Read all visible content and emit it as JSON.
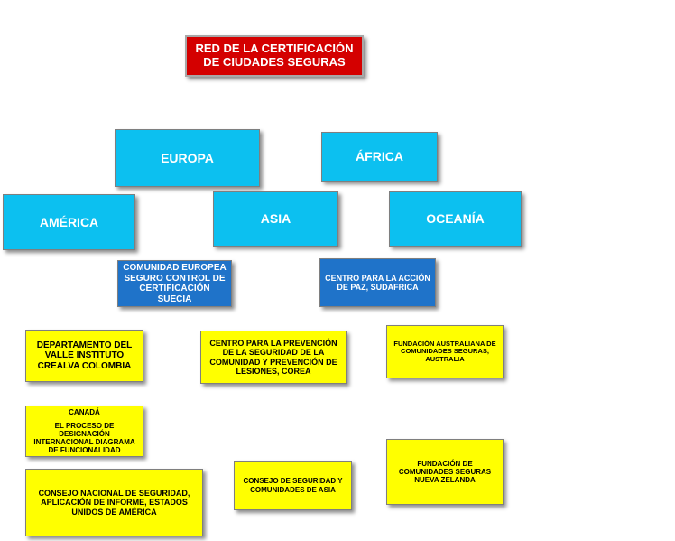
{
  "colors": {
    "title_bg": "#d40000",
    "continent_bg": "#0cc0f0",
    "blue_org_bg": "#1f73c9",
    "yellow_org_bg": "#ffff00"
  },
  "title": "RED DE LA CERTIFICACIÓN DE CIUDADES SEGURAS",
  "continents": {
    "europa": "EUROPA",
    "africa": "ÁFRICA",
    "america": "AMÉRICA",
    "asia": "ASIA",
    "oceania": "OCEANÍA"
  },
  "organizations": {
    "europe_community": "COMUNIDAD EUROPEA SEGURO CONTROL DE CERTIFICACIÓN SUECIA",
    "africa_peace": "CENTRO PARA LA ACCIÓN DE PAZ, SUDAFRICA",
    "valle_colombia": "DEPARTAMENTO DEL VALLE INSTITUTO CREALVA COLOMBIA",
    "korea_center": "CENTRO PARA LA PREVENCIÓN DE LA SEGURIDAD DE LA COMUNIDAD Y PREVENCIÓN DE LESIONES, COREA",
    "australia_foundation": "FUNDACIÓN AUSTRALIANA DE COMUNIDADES SEGURAS, AUSTRALIA",
    "canada_heading": "CANADÁ",
    "canada_body": "EL PROCESO DE DESIGNACIÓN INTERNACIONAL DIAGRAMA DE FUNCIONALIDAD",
    "usa_council": "CONSEJO NACIONAL DE SEGURIDAD, APLICACIÓN DE INFORME, ESTADOS UNIDOS DE AMÉRICA",
    "asia_council": "CONSEJO DE SEGURIDAD Y COMUNIDADES DE ASIA",
    "nz_foundation": "FUNDACIÓN DE COMUNIDADES SEGURAS NUEVA ZELANDA"
  }
}
